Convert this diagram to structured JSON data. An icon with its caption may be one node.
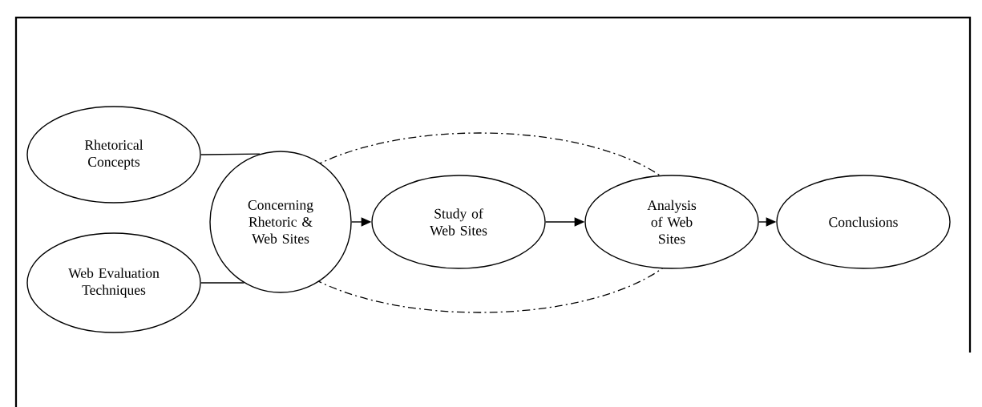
{
  "diagram": {
    "nodes": [
      {
        "text": [
          "Rhetorical Concepts"
        ]
      },
      {
        "text": [
          "Web Evaluation Techniques"
        ]
      },
      {
        "text": [
          "Concerning Rhetoric & Web Sites"
        ]
      },
      {
        "text": [
          "Study of Web Sites"
        ]
      },
      {
        "text": [
          "Analysis of Web Sites"
        ]
      },
      {
        "text": [
          "Conclusions"
        ]
      }
    ],
    "edges": [
      {
        "from": 0,
        "to": 2,
        "arrow": "none"
      },
      {
        "from": 1,
        "to": 2,
        "arrow": "none"
      },
      {
        "from": 2,
        "to": 3,
        "arrow": "to"
      },
      {
        "from": 3,
        "to": 4,
        "arrow": "to"
      },
      {
        "from": 4,
        "to": 5,
        "arrow": "to"
      }
    ]
  }
}
